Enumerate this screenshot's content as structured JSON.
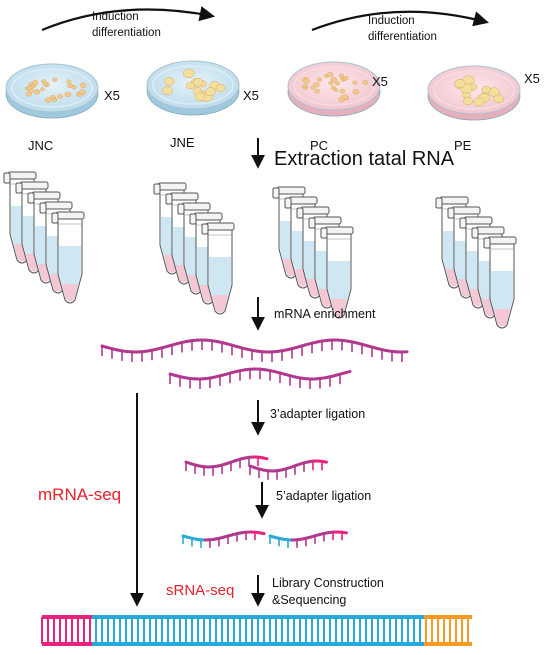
{
  "induction": {
    "left_line1": "Induction",
    "left_line2": "differentiation",
    "right_line1": "Induction",
    "right_line2": "differentiation"
  },
  "dishes": [
    {
      "label": "JNC",
      "count": "X5",
      "color": "#cfe6f2",
      "cell_color": "#f2c98c"
    },
    {
      "label": "JNE",
      "count": "X5",
      "color": "#cfe6f2",
      "cell_color": "#f3df9c"
    },
    {
      "label": "PC",
      "count": "X5",
      "color": "#f8d2d8",
      "cell_color": "#f2c98c"
    },
    {
      "label": "PE",
      "count": "X5",
      "color": "#f8d2d8",
      "cell_color": "#f3df9c"
    }
  ],
  "steps": {
    "extraction": "Extraction tatal RNA",
    "mrna_enrichment": "mRNA enrichment",
    "adapter3": "3’adapter ligation",
    "adapter5": "5’adapter ligation",
    "library_line1": "Library Construction",
    "library_line2": "&Sequencing"
  },
  "labels": {
    "mrna_seq": "mRNA-seq",
    "srna_seq": "sRNA-seq"
  },
  "colors": {
    "rna": "#b2388f",
    "adapter3": "#e8237d",
    "adapter5": "#29a9d9",
    "seq_highlight": "#e8212b",
    "dna_left": "#e8237d",
    "dna_middle": "#29a9d9",
    "dna_right": "#f59a23",
    "tube_liquid": "#cfe7f3",
    "tube_pink": "#f3c7d3"
  }
}
